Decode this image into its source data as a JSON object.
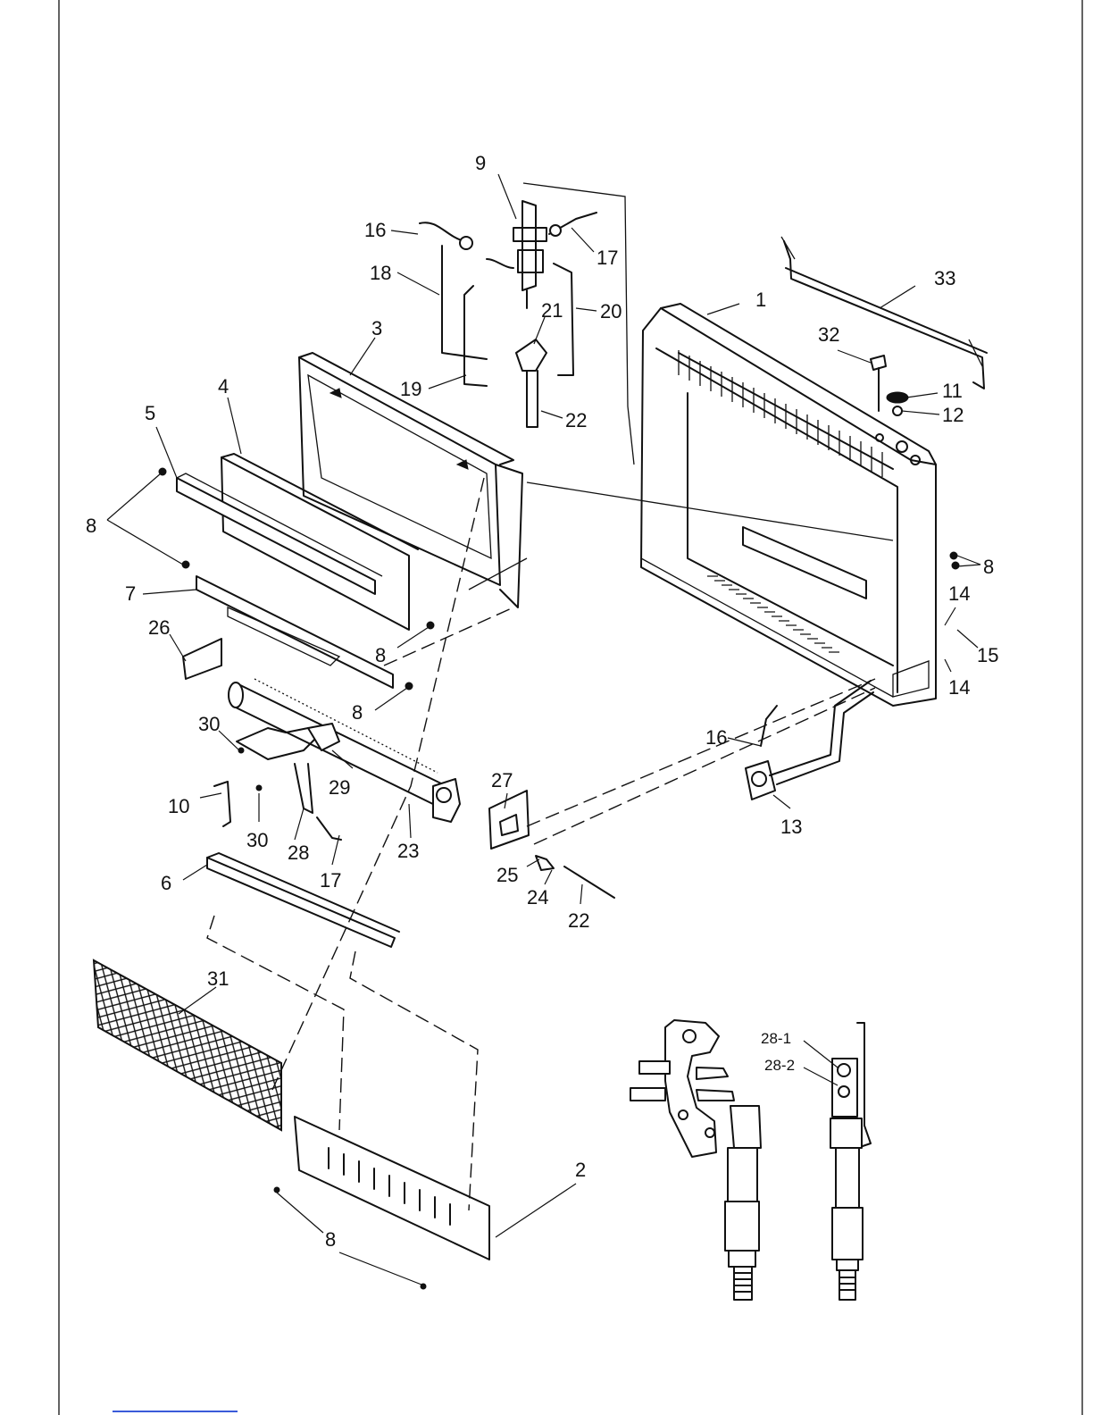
{
  "diagram": {
    "callouts": [
      "1",
      "2",
      "3",
      "4",
      "5",
      "6",
      "7",
      "8",
      "8",
      "8",
      "8",
      "8",
      "8",
      "9",
      "10",
      "11",
      "12",
      "13",
      "14",
      "14",
      "15",
      "16",
      "16",
      "17",
      "17",
      "18",
      "19",
      "20",
      "21",
      "22",
      "22",
      "23",
      "24",
      "25",
      "26",
      "27",
      "28",
      "29",
      "30",
      "30",
      "31",
      "32",
      "33"
    ],
    "detail_callouts": [
      "28-1",
      "28-2"
    ]
  }
}
